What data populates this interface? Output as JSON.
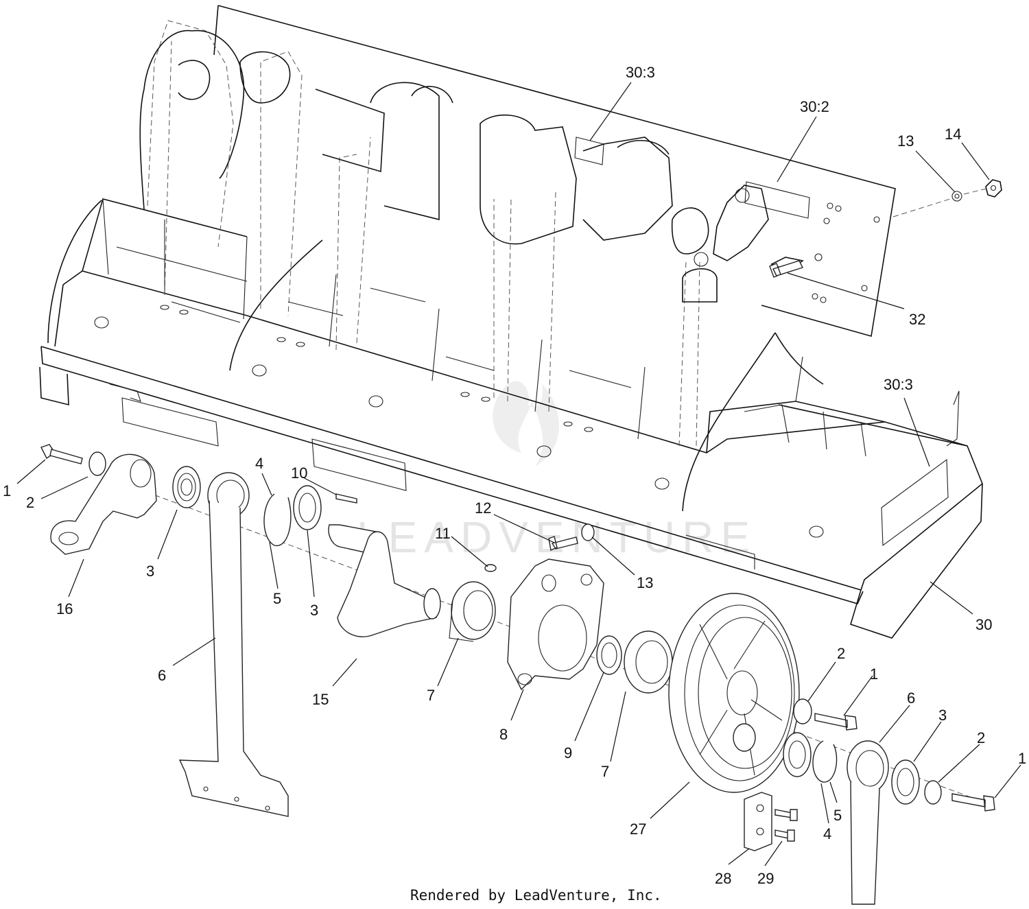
{
  "watermark": "LEADVENTURE",
  "footer": "Rendered by LeadVenture, Inc.",
  "callouts": [
    {
      "id": "c-30-3-top",
      "text": "30:3"
    },
    {
      "id": "c-30-2",
      "text": "30:2"
    },
    {
      "id": "c-13-top",
      "text": "13"
    },
    {
      "id": "c-14",
      "text": "14"
    },
    {
      "id": "c-32",
      "text": "32"
    },
    {
      "id": "c-30-3-right",
      "text": "30:3"
    },
    {
      "id": "c-30",
      "text": "30"
    },
    {
      "id": "c-1-left",
      "text": "1"
    },
    {
      "id": "c-2-left",
      "text": "2"
    },
    {
      "id": "c-16",
      "text": "16"
    },
    {
      "id": "c-3-left",
      "text": "3"
    },
    {
      "id": "c-4-left",
      "text": "4"
    },
    {
      "id": "c-5-left",
      "text": "5"
    },
    {
      "id": "c-3-mid",
      "text": "3"
    },
    {
      "id": "c-10",
      "text": "10"
    },
    {
      "id": "c-6-left",
      "text": "6"
    },
    {
      "id": "c-12",
      "text": "12"
    },
    {
      "id": "c-11",
      "text": "11"
    },
    {
      "id": "c-13-mid",
      "text": "13"
    },
    {
      "id": "c-15",
      "text": "15"
    },
    {
      "id": "c-7-left",
      "text": "7"
    },
    {
      "id": "c-8",
      "text": "8"
    },
    {
      "id": "c-9",
      "text": "9"
    },
    {
      "id": "c-7-right",
      "text": "7"
    },
    {
      "id": "c-27",
      "text": "27"
    },
    {
      "id": "c-2-right",
      "text": "2"
    },
    {
      "id": "c-1-right",
      "text": "1"
    },
    {
      "id": "c-6-right",
      "text": "6"
    },
    {
      "id": "c-3-right",
      "text": "3"
    },
    {
      "id": "c-2-far",
      "text": "2"
    },
    {
      "id": "c-1-far",
      "text": "1"
    },
    {
      "id": "c-5-right",
      "text": "5"
    },
    {
      "id": "c-4-right",
      "text": "4"
    },
    {
      "id": "c-28",
      "text": "28"
    },
    {
      "id": "c-29",
      "text": "29"
    }
  ]
}
